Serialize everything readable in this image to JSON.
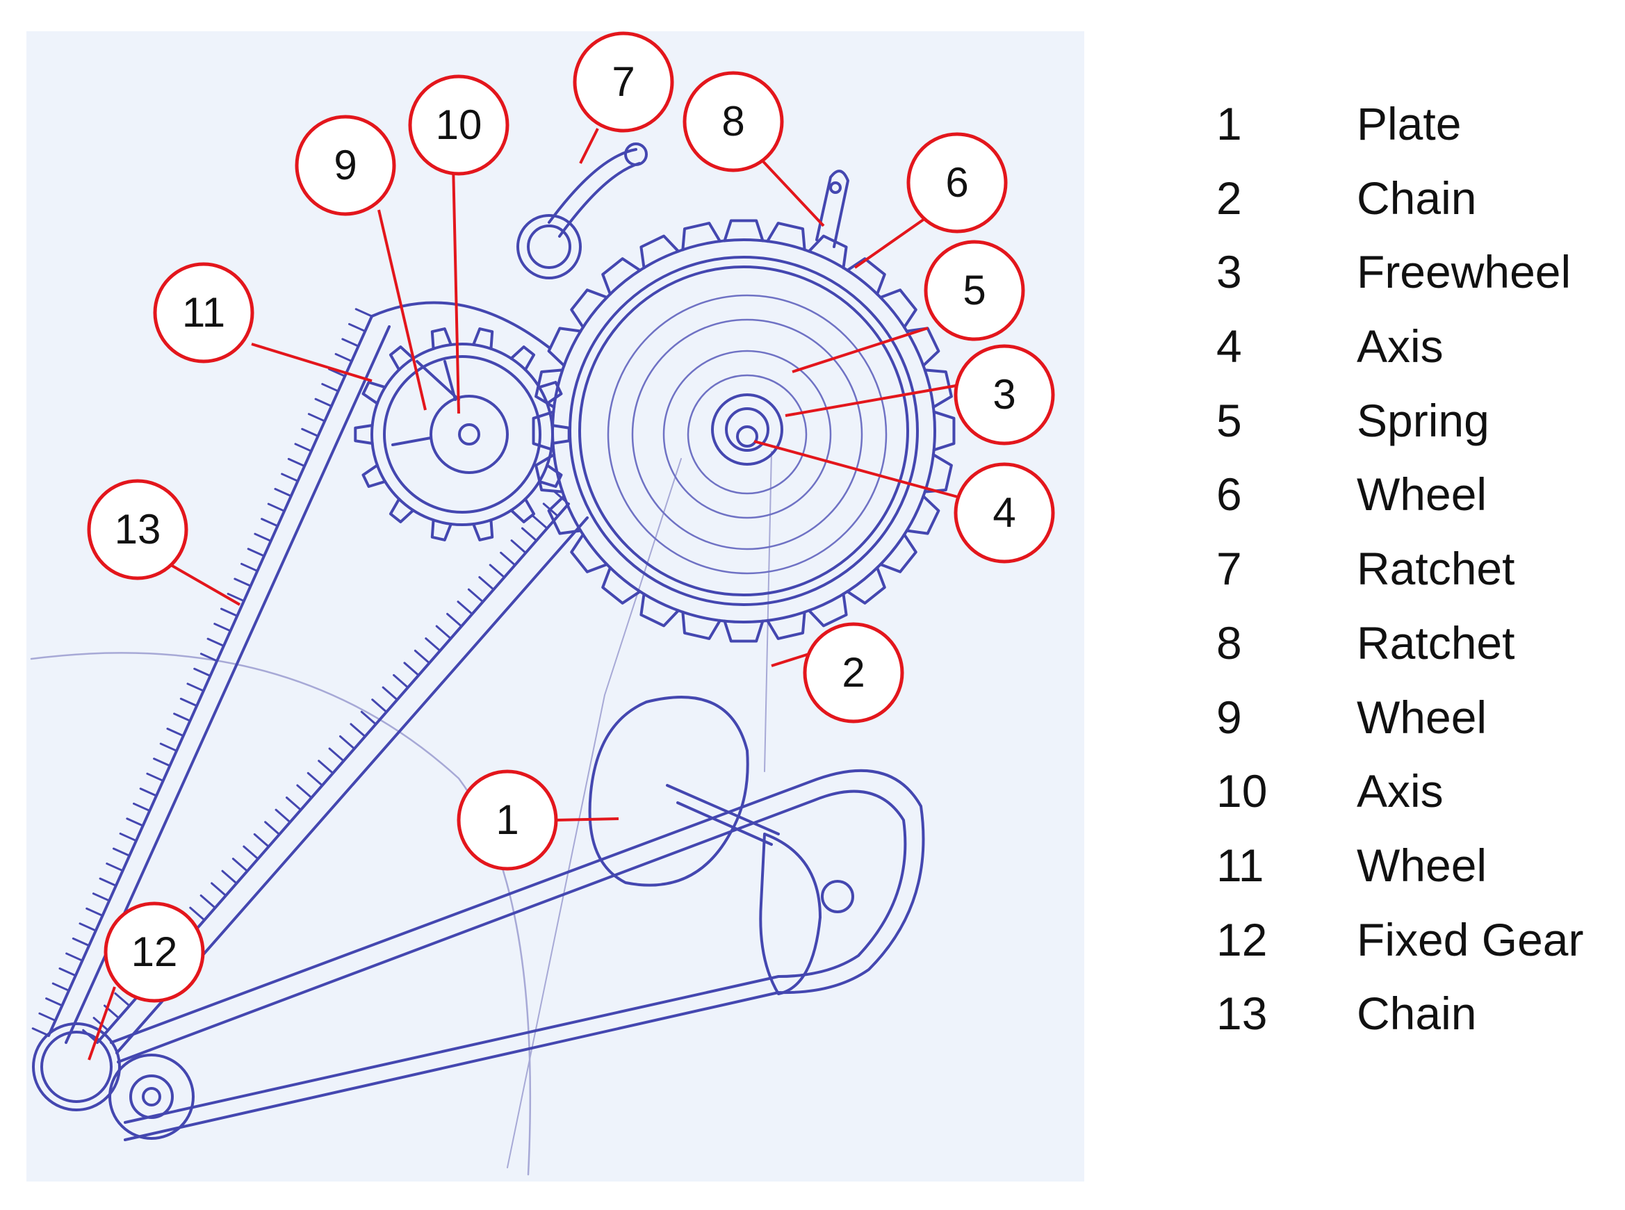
{
  "diagram": {
    "callouts": [
      "1",
      "2",
      "3",
      "4",
      "5",
      "6",
      "7",
      "8",
      "9",
      "10",
      "11",
      "12",
      "13"
    ],
    "colors": {
      "ink": "#4447b0",
      "callout": "#e3161c",
      "paper": "#eef3fb"
    }
  },
  "legend": {
    "items": [
      {
        "number": "1",
        "label": "Plate"
      },
      {
        "number": "2",
        "label": "Chain"
      },
      {
        "number": "3",
        "label": "Freewheel"
      },
      {
        "number": "4",
        "label": "Axis"
      },
      {
        "number": "5",
        "label": "Spring"
      },
      {
        "number": "6",
        "label": "Wheel"
      },
      {
        "number": "7",
        "label": "Ratchet"
      },
      {
        "number": "8",
        "label": "Ratchet"
      },
      {
        "number": "9",
        "label": "Wheel"
      },
      {
        "number": "10",
        "label": "Axis"
      },
      {
        "number": "11",
        "label": "Wheel"
      },
      {
        "number": "12",
        "label": "Fixed Gear"
      },
      {
        "number": "13",
        "label": "Chain"
      }
    ]
  }
}
